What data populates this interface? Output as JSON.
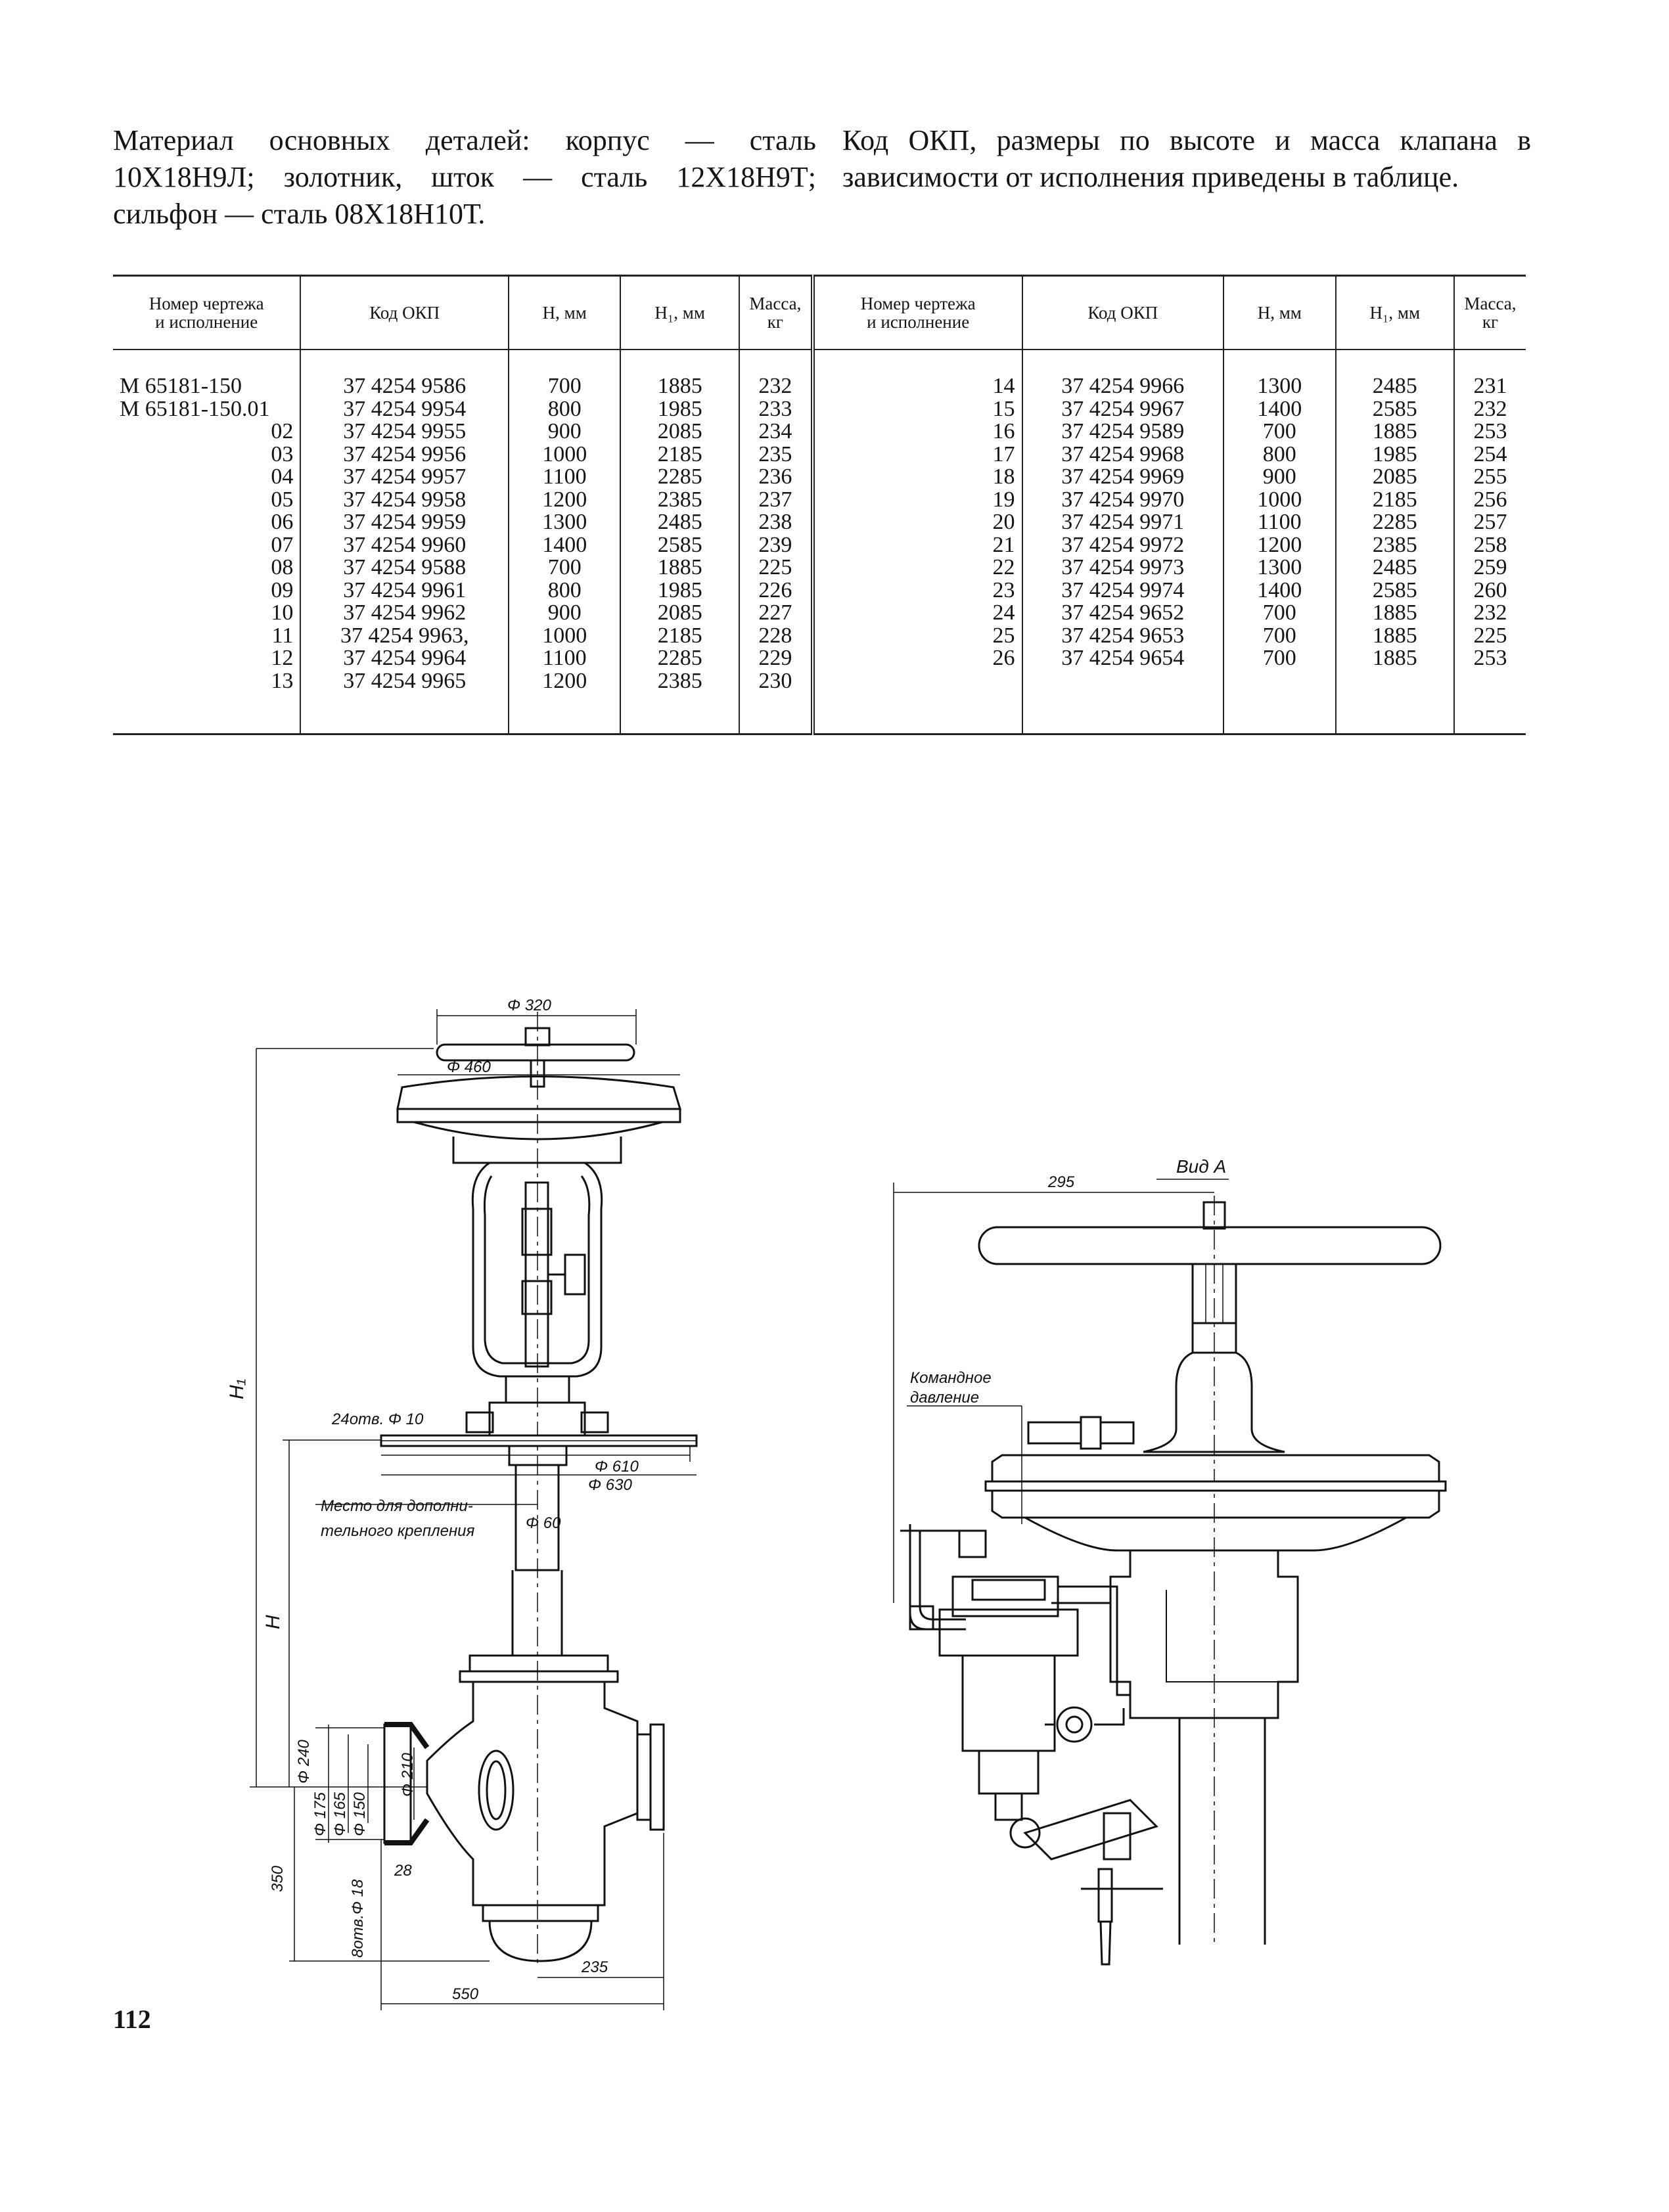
{
  "text": {
    "left": "Материал основных деталей: корпус — сталь 10Х18Н9Л; золотник, шток — сталь 12Х18Н9Т; сильфон — сталь 08Х18Н10Т.",
    "right": "Код ОКП, размеры по высоте и масса клапана в зависимости от исполнения приведены в таблице."
  },
  "table": {
    "headers": [
      "Номер чертежа\nи исполнение",
      "Код ОКП",
      "H, мм",
      "H₁, мм",
      "Масса,\nкг"
    ],
    "left": {
      "num": [
        "М 65181-150",
        "М 65181-150.01",
        "02",
        "03",
        "04",
        "05",
        "06",
        "07",
        "08",
        "09",
        "10",
        "11",
        "12",
        "13"
      ],
      "code": [
        "37 4254 9586",
        "37 4254 9954",
        "37 4254 9955",
        "37 4254 9956",
        "37 4254 9957",
        "37 4254 9958",
        "37 4254 9959",
        "37 4254 9960",
        "37 4254 9588",
        "37 4254 9961",
        "37 4254 9962",
        "37 4254 9963,",
        "37 4254 9964",
        "37 4254 9965"
      ],
      "h": [
        "700",
        "800",
        "900",
        "1000",
        "1100",
        "1200",
        "1300",
        "1400",
        "700",
        "800",
        "900",
        "1000",
        "1100",
        "1200"
      ],
      "h1": [
        "1885",
        "1985",
        "2085",
        "2185",
        "2285",
        "2385",
        "2485",
        "2585",
        "1885",
        "1985",
        "2085",
        "2185",
        "2285",
        "2385"
      ],
      "mass": [
        "232",
        "233",
        "234",
        "235",
        "236",
        "237",
        "238",
        "239",
        "225",
        "226",
        "227",
        "228",
        "229",
        "230"
      ]
    },
    "right": {
      "num": [
        "14",
        "15",
        "16",
        "17",
        "18",
        "19",
        "20",
        "21",
        "22",
        "23",
        "24",
        "25",
        "26"
      ],
      "code": [
        "37 4254 9966",
        "37 4254 9967",
        "37 4254 9589",
        "37 4254 9968",
        "37 4254 9969",
        "37 4254 9970",
        "37 4254 9971",
        "37 4254 9972",
        "37 4254 9973",
        "37 4254 9974",
        "37 4254 9652",
        "37 4254 9653",
        "37 4254 9654"
      ],
      "h": [
        "1300",
        "1400",
        "700",
        "800",
        "900",
        "1000",
        "1100",
        "1200",
        "1300",
        "1400",
        "700",
        "700",
        "700"
      ],
      "h1": [
        "2485",
        "2585",
        "1885",
        "1985",
        "2085",
        "2185",
        "2285",
        "2385",
        "2485",
        "2585",
        "1885",
        "1885",
        "1885"
      ],
      "mass": [
        "231",
        "232",
        "253",
        "254",
        "255",
        "256",
        "257",
        "258",
        "259",
        "260",
        "232",
        "225",
        "253"
      ]
    }
  },
  "drawing_left": {
    "d320": "Φ 320",
    "d460": "Φ 460",
    "holes": "24отв. Φ 10",
    "d610": "Φ 610",
    "d630": "Φ 630",
    "place1": "Место для дополни-",
    "place2": "тельного крепления",
    "d60": "Φ 60",
    "h1": "H₁",
    "h": "H",
    "d240": "Φ 240",
    "d175": "Φ 175",
    "d165": "Φ 165",
    "d150": "Φ 150",
    "d210": "Φ 210",
    "d18": "8отв.Φ 18",
    "n28": "28",
    "n350": "350",
    "n235": "235",
    "n550": "550"
  },
  "drawing_right": {
    "view": "Вид А",
    "n295": "295",
    "cmd1": "Командное",
    "cmd2": "давление"
  },
  "page_number": "112"
}
